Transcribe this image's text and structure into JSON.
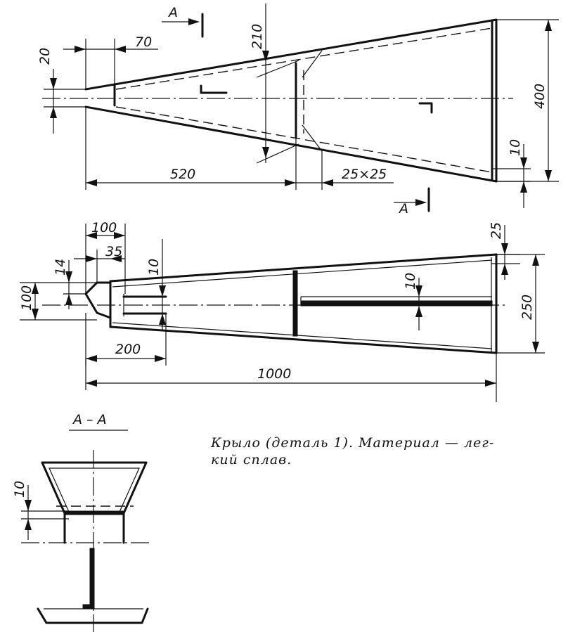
{
  "section_marks": {
    "top_letter": "А",
    "bottom_letter": "А",
    "section_title": "А – А"
  },
  "dimensions": {
    "top_view": {
      "root_gap": "20",
      "root_length": "70",
      "spar_height": "210",
      "spar_position": "520",
      "angle_profile": "25×25",
      "span_height": "400",
      "tip_offset": "10"
    },
    "front_view": {
      "root_cap": "100",
      "bevel": "35",
      "bevel_height": "14",
      "root_height": "100",
      "hub_offset": "10",
      "hub_length": "200",
      "total_length": "1000",
      "tip_cap": "25",
      "rib_gap": "10",
      "tip_height": "250"
    },
    "section": {
      "wall": "10"
    }
  },
  "caption": {
    "line1": "Крыло (деталь 1). Материал — лег-",
    "line2": "кий сплав."
  }
}
